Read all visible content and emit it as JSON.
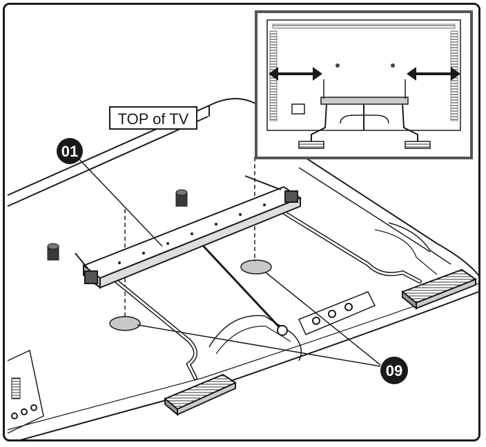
{
  "labels": {
    "top_of_tv": "TOP of TV",
    "part_01": "01",
    "part_09": "09"
  },
  "colors": {
    "line": "#1a1a1a",
    "gray_fill": "#c8c8c8",
    "dark_fill": "#3a3a3a",
    "inset_border": "#555555"
  }
}
